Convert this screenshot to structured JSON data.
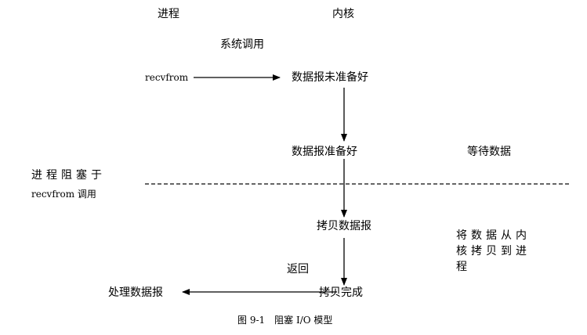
{
  "header": {
    "process": "进程",
    "kernel": "内核"
  },
  "labels": {
    "syscall": "系统调用",
    "recvfrom": "recvfrom",
    "datagram_not_ready": "数据报未准备好",
    "datagram_ready": "数据报准备好",
    "wait_for_data": "等待数据",
    "blocked_line1": "进程阻塞于",
    "blocked_line2": "recvfrom 调用",
    "copy_datagram": "拷贝数据报",
    "copy_kernel_line1": "将数据从内",
    "copy_kernel_line2": "核拷贝到进",
    "copy_kernel_line3": "程",
    "return": "返回",
    "copy_complete": "拷贝完成",
    "process_datagram": "处理数据报"
  },
  "caption": "图 9-1　阻塞 I/O 模型"
}
